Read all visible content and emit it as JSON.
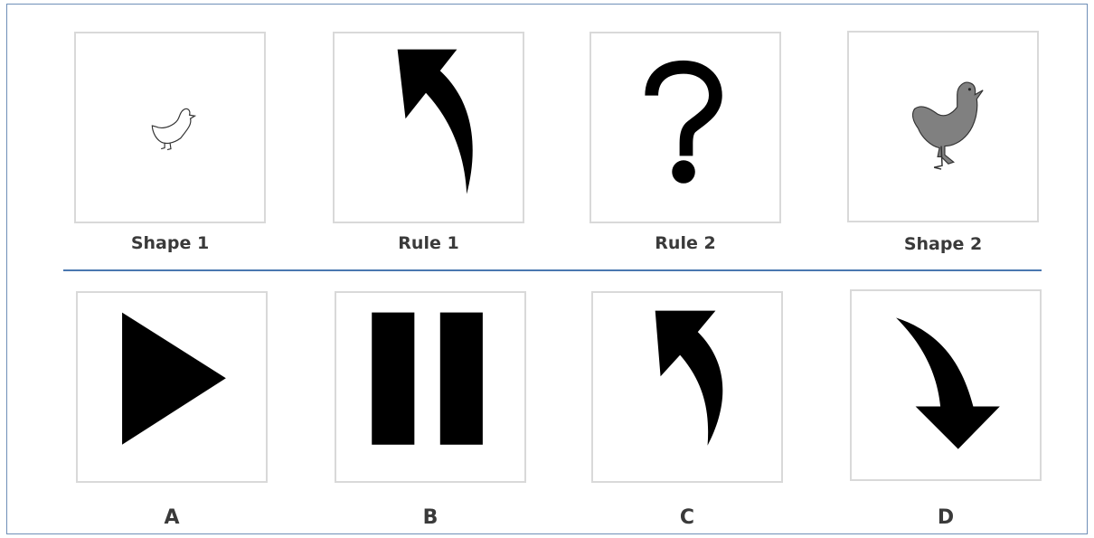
{
  "top_row": [
    {
      "label": "Shape 1",
      "icon": "small-outline-duck-icon"
    },
    {
      "label": "Rule 1",
      "icon": "curved-up-left-arrow-icon"
    },
    {
      "label": "Rule 2",
      "icon": "question-mark-icon"
    },
    {
      "label": "Shape 2",
      "icon": "gray-duck-icon"
    }
  ],
  "options": [
    {
      "label": "A",
      "icon": "right-triangle-play-icon"
    },
    {
      "label": "B",
      "icon": "pause-bars-icon"
    },
    {
      "label": "C",
      "icon": "curved-up-left-arrow-icon"
    },
    {
      "label": "D",
      "icon": "curved-down-arrow-icon"
    }
  ],
  "colors": {
    "divider": "#4a78b0",
    "duck_fill": "#808080",
    "shape_fill": "#000000"
  }
}
